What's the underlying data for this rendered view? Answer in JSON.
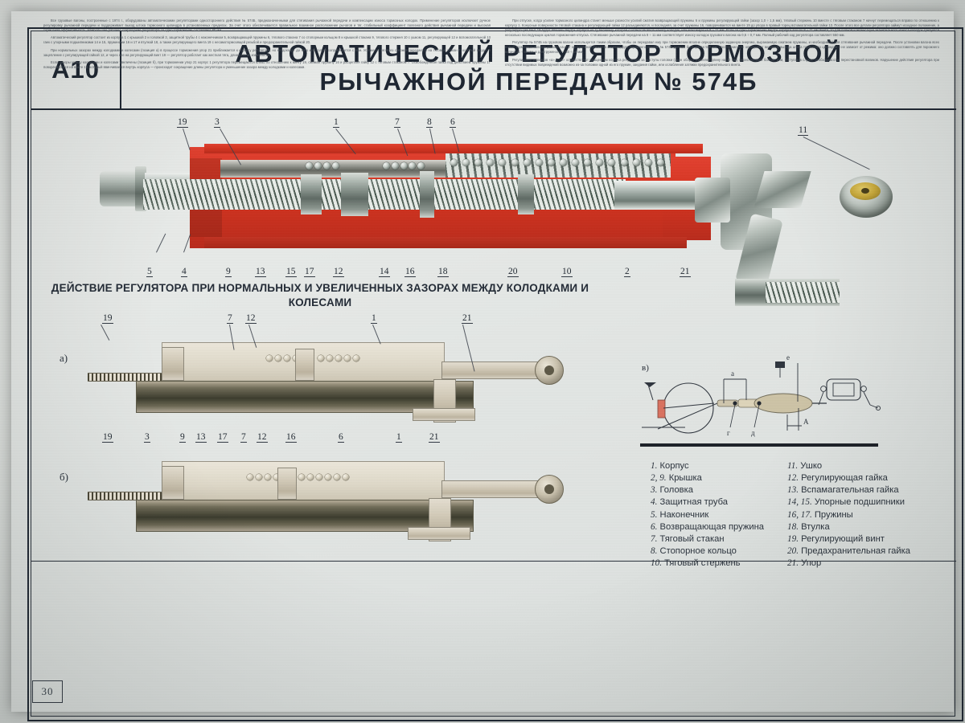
{
  "poster": {
    "code": "А10",
    "title_line1": "АВТОМАТИЧЕСКИЙ РЕГУЛЯТОР ТОРМОЗНОЙ",
    "title_line2": "РЫЧАЖНОЙ ПЕРЕДАЧИ № 574Б",
    "page_number": "30",
    "colors": {
      "frame": "#1f2733",
      "title_text": "#1d2531",
      "body_red": "#d3331f",
      "steel": "#9aa6a0",
      "brass": "#c9a939",
      "paper": "#e6e9e7",
      "tan": "#d2cab8"
    }
  },
  "section_caption": "ДЕЙСТВИЕ РЕГУЛЯТОРА ПРИ НОРМАЛЬНЫХ И УВЕЛИЧЕННЫХ ЗАЗОРАХ МЕЖДУ КОЛОДКАМИ И КОЛЕСАМИ",
  "main_diagram": {
    "name": "Цветной продольный разрез регулятора № 574Б",
    "callouts_top": [
      "19",
      "3",
      "1",
      "7",
      "8",
      "6",
      "11"
    ],
    "callouts_bottom": [
      "5",
      "4",
      "9",
      "13",
      "15",
      "17",
      "12",
      "14",
      "16",
      "18",
      "20",
      "10",
      "2",
      "21"
    ]
  },
  "view_a": {
    "label": "а)",
    "callouts": [
      "19",
      "7",
      "12",
      "1",
      "21"
    ]
  },
  "view_b": {
    "label": "б)",
    "callouts": [
      "19",
      "3",
      "9",
      "13",
      "17",
      "7",
      "12",
      "16",
      "6",
      "1",
      "21"
    ]
  },
  "schematic": {
    "label": "в)",
    "marks": [
      "а",
      "г",
      "д",
      "А",
      "е"
    ]
  },
  "legend": {
    "left": [
      {
        "num": "1.",
        "text": "Корпус"
      },
      {
        "num": "2, 9.",
        "text": "Крышка"
      },
      {
        "num": "3.",
        "text": "Головка"
      },
      {
        "num": "4.",
        "text": "Защитная труба"
      },
      {
        "num": "5.",
        "text": "Наконечник"
      },
      {
        "num": "6.",
        "text": "Возвращающая пружина"
      },
      {
        "num": "7.",
        "text": "Тяговый стакан"
      },
      {
        "num": "8.",
        "text": "Стопорное кольцо"
      },
      {
        "num": "10.",
        "text": "Тяговый стержень"
      }
    ],
    "right": [
      {
        "num": "11.",
        "text": "Ушко"
      },
      {
        "num": "12.",
        "text": "Регулирующая гайка"
      },
      {
        "num": "13.",
        "text": "Вспамагательная гайка"
      },
      {
        "num": "14, 15.",
        "text": "Упорные подшипники"
      },
      {
        "num": "16, 17.",
        "text": "Пружины"
      },
      {
        "num": "18.",
        "text": "Втулка"
      },
      {
        "num": "19.",
        "text": "Регулирующий винт"
      },
      {
        "num": "20.",
        "text": "Предахранительная гайка"
      },
      {
        "num": "21.",
        "text": "Упор"
      }
    ]
  },
  "body_text": {
    "left": [
      "Все грузовые вагоны, построенные с 1974 г., оборудованы автоматическими регуляторами одностороннего действия № 574Б, предназначенными для стягивания рычажной передачи и компенсации износа тормозных колодок. Применение регуляторов исключает ручное регулировку рычажной передачи и поддерживает выход штока тормозного цилиндра в установленных пределах. За счет этого обеспечивается правильное взаимное расположение рычагов и тяг, стабильный коэффициент полезного действия рычажной передачи и высокая тормозная эффективность. Наибольшее рабочее сокращение регулятора за одно торможение составляет 80 мм.",
      "Автоматический регулятор состоит из корпуса 1 с крышкой 2 и головкой 3, защитной трубы 4 с наконечником 5, возвращающей пружины 6, тягового стакана 7 со стопорным кольцом 8 и крышкой стакана 9, тягового стержня 10 с ушком 11, регулирующей 12 и вспомогательной 13 гаек с упорными подшипниками 14 и 15, пружинами 16 и 17 и втулкой 18, а также регулирующего винта 19 с несамотормозящей резьбой и предохранительной гайкой 20.",
      "При нормальных зазорах между колодками и колесами (позиция а) в процессе торможения упор 21 приближается к корпусу регулятора, но не доходит до него или только соприкасается с ним. Усилие от тягового стержня передается на тяговый стакан 7, который входит в зацепление с регулирующей гайкой 12, и через нее на регулирующий винт 19 — регулятор работает как жесткая тяга, длина его не изменяется.",
      "Если зазоры между колодками и колесами увеличены (позиция б), при торможении упор 21 корпус 1 регулятора перемещаются влево по отношению к винту 19, сжимая пружину 16 и расцепляя гайку 12 с тяговым стаканом 7. Освобожденная гайка под действием пружины 17 поворачивается на винте 19, который ввинчивается внутрь корпуса — происходит сокращение длины регулятора и уменьшение зазора между колодками и колесами."
    ],
    "right": [
      "При отпуске, когда усилие тормозного цилиндра станет меньше разности усилий сжатия возвращающей пружины 6 и пружины регулирующей гайки (зазор 1,0 ÷ 1,5 мм), тяговый стержень 10 вместе с тяговым стаканом 7 начнут перемещаться вправо по отношению к корпусу 1. Конусные поверхности тяговой стакана и регулирующей гайки 12 разъединяются, и последняя, за счет пружины 16, поворачивается на винте 19 до упора в правый торец вспомогательной гайки 13. После этого все детали регулятора займут исходное положение, а регулирующий винт 19 будет ввинчен внутрь корпуса на ту величину, которая соответствовала износу колодок, или максимум на 8 ÷ 11 мм. Если за одно торможение внутрь корпуса вошло 8 ÷ 11 мм винта, то для полной компенсации значительного износа колодок требуется несколько последующих циклов торможения-отпуска. Стягивание рычажной передачи на 8 ÷ 11 мм соответствует износу колодок грузового вагона на 0,5 ÷ 0,7 мм. Полный рабочий ход регулятора составляет 550 мм.",
      "Регулятор № 574Б на грузовом вагоне используется таким образом, чтобы он передавал ему при торможении вполне определенную заданную энергию, выражаемую сжатием пружины, и необходимый для стягивания рычажной передачи. После установки вагона всех новых тормозных колодок размер «а» (от контрольной риски на стержне) для порожнего режима № 574Б должен быть равен 500 мм. Рас­стояние «А» определяет величину выхода штока тормозного цилиндра и не зависит от режима: оно должно составлять для порожнего вагона 35 ÷ 50 мм, а для груженого — 60 ÷ 60 мм.",
      "Регулировку размеров «а» и «А» осуществляют вращением корпуса регулятора за выступы головки (один оборот изменяет длину на 30 мм), перестановкой болтов, или, отступая в случае необходимости, перестановкой валиков. Нарушение действия регулятора при отсутствии видимых повреждений возможно из-за поломки одной из его пружин, заедания гайки, или ослабления затяжки предохранительного винта."
    ]
  }
}
